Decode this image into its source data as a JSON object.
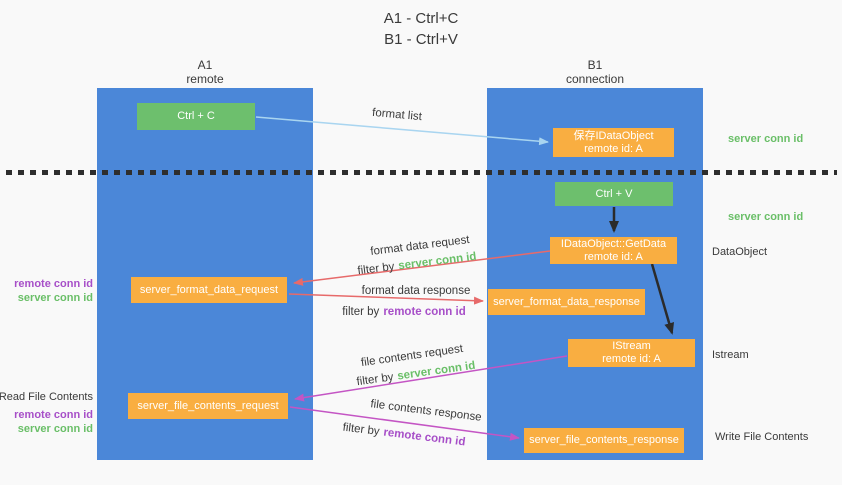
{
  "title": {
    "line1": "A1 - Ctrl+C",
    "line2": "B1 - Ctrl+V"
  },
  "lanes": {
    "left": {
      "name": "A1",
      "role": "remote"
    },
    "right": {
      "name": "B1",
      "role": "connection"
    }
  },
  "nodes": {
    "ctrl_c": {
      "label": "Ctrl + C"
    },
    "save_idataobject": {
      "line1": "保存IDataObject",
      "line2": "remote id: A"
    },
    "ctrl_v": {
      "label": "Ctrl + V"
    },
    "getdata": {
      "line1": "IDataObject::GetData",
      "line2": "remote id: A"
    },
    "format_request": {
      "label": "server_format_data_request"
    },
    "format_response": {
      "label": "server_format_data_response"
    },
    "istream": {
      "line1": "IStream",
      "line2": "remote id: A"
    },
    "file_request": {
      "label": "server_file_contents_request"
    },
    "file_response": {
      "label": "server_file_contents_response"
    }
  },
  "flow_labels": {
    "format_list": "format list",
    "format_data_request": "format data request",
    "format_data_response": "format data response",
    "file_contents_request": "file contents request",
    "file_contents_response": "file contents response",
    "filter_by": "filter by",
    "server_conn_id": "server conn id",
    "remote_conn_id": "remote conn id"
  },
  "side_labels": {
    "right_server_conn_id_top": "server conn id",
    "right_server_conn_id_mid": "server conn id",
    "dataobject": "DataObject",
    "istream": "Istream",
    "write_file_contents": "Write File Contents",
    "read_file_contents": "Read File Contents",
    "left_remote_conn_id_top": "remote conn id",
    "left_server_conn_id_top": "server conn id",
    "left_remote_conn_id_bottom": "remote conn id",
    "left_server_conn_id_bottom": "server conn id"
  },
  "colors": {
    "lane_blue": "#4b87d8",
    "node_green": "#6dbf6d",
    "node_orange": "#f9ae41",
    "arrow_red": "#e76a6a",
    "arrow_magenta": "#c455c4",
    "arrow_lightblue": "#a9d5f0",
    "arrow_black": "#2b2b2b",
    "text_green": "#6abf68",
    "text_purple": "#a74fc8",
    "text_dark": "#3a3a3a",
    "background": "#f9f9f9"
  }
}
